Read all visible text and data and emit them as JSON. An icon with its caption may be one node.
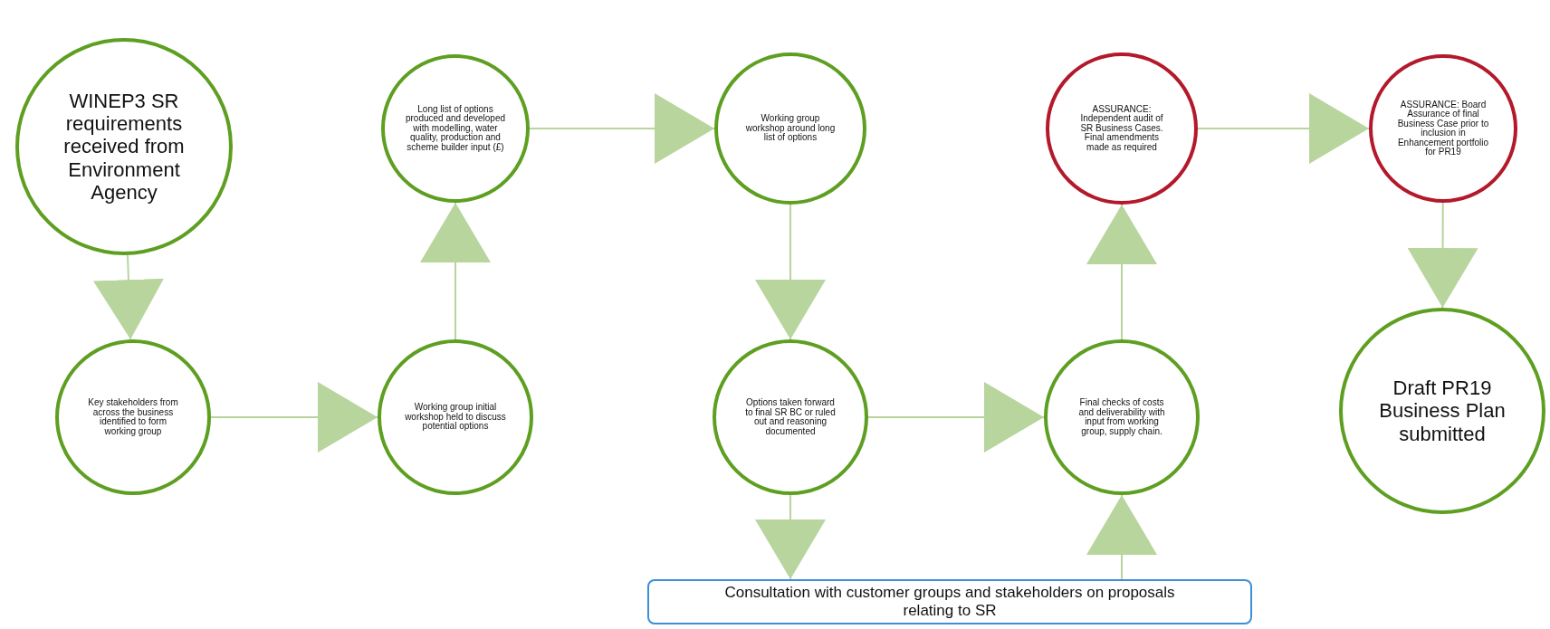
{
  "diagram": {
    "nodes": [
      {
        "text": [
          "WINEP3 SR requirements received from Environment Agency"
        ]
      },
      {
        "text": [
          "Key stakeholders from across the business identified to form working group"
        ]
      },
      {
        "text": [
          "Working group initial workshop held to discuss potential options"
        ]
      },
      {
        "text": [
          "Long list of options produced and developed with modelling, water quality, production and scheme builder input (£)"
        ]
      },
      {
        "text": [
          "Working group workshop around long list of options"
        ]
      },
      {
        "text": [
          "Options taken forward to final SR BC or ruled out and reasoning documented"
        ]
      },
      {
        "text": [
          "Consultation with customer groups and stakeholders on proposals relating to SR"
        ]
      },
      {
        "text": [
          "Final checks of costs and deliverability with input from working group, supply chain."
        ]
      },
      {
        "text": [
          "ASSURANCE: Independent audit of SR Business Cases. Final amendments made as required"
        ]
      },
      {
        "text": [
          "ASSURANCE: Board Assurance of final Business Case prior to inclusion in Enhancement portfolio for PR19"
        ]
      },
      {
        "text": [
          "Draft PR19 Business Plan submitted"
        ]
      }
    ],
    "edges": [
      {
        "from": 0,
        "to": 1,
        "arrow": "to"
      },
      {
        "from": 1,
        "to": 2,
        "arrow": "to"
      },
      {
        "from": 2,
        "to": 3,
        "arrow": "to"
      },
      {
        "from": 3,
        "to": 4,
        "arrow": "to"
      },
      {
        "from": 4,
        "to": 5,
        "arrow": "to"
      },
      {
        "from": 5,
        "to": 6,
        "arrow": "to"
      },
      {
        "from": 5,
        "to": 7,
        "arrow": "to"
      },
      {
        "from": 6,
        "to": 7,
        "arrow": "to"
      },
      {
        "from": 7,
        "to": 8,
        "arrow": "to"
      },
      {
        "from": 8,
        "to": 9,
        "arrow": "to"
      },
      {
        "from": 9,
        "to": 10,
        "arrow": "to"
      }
    ]
  }
}
